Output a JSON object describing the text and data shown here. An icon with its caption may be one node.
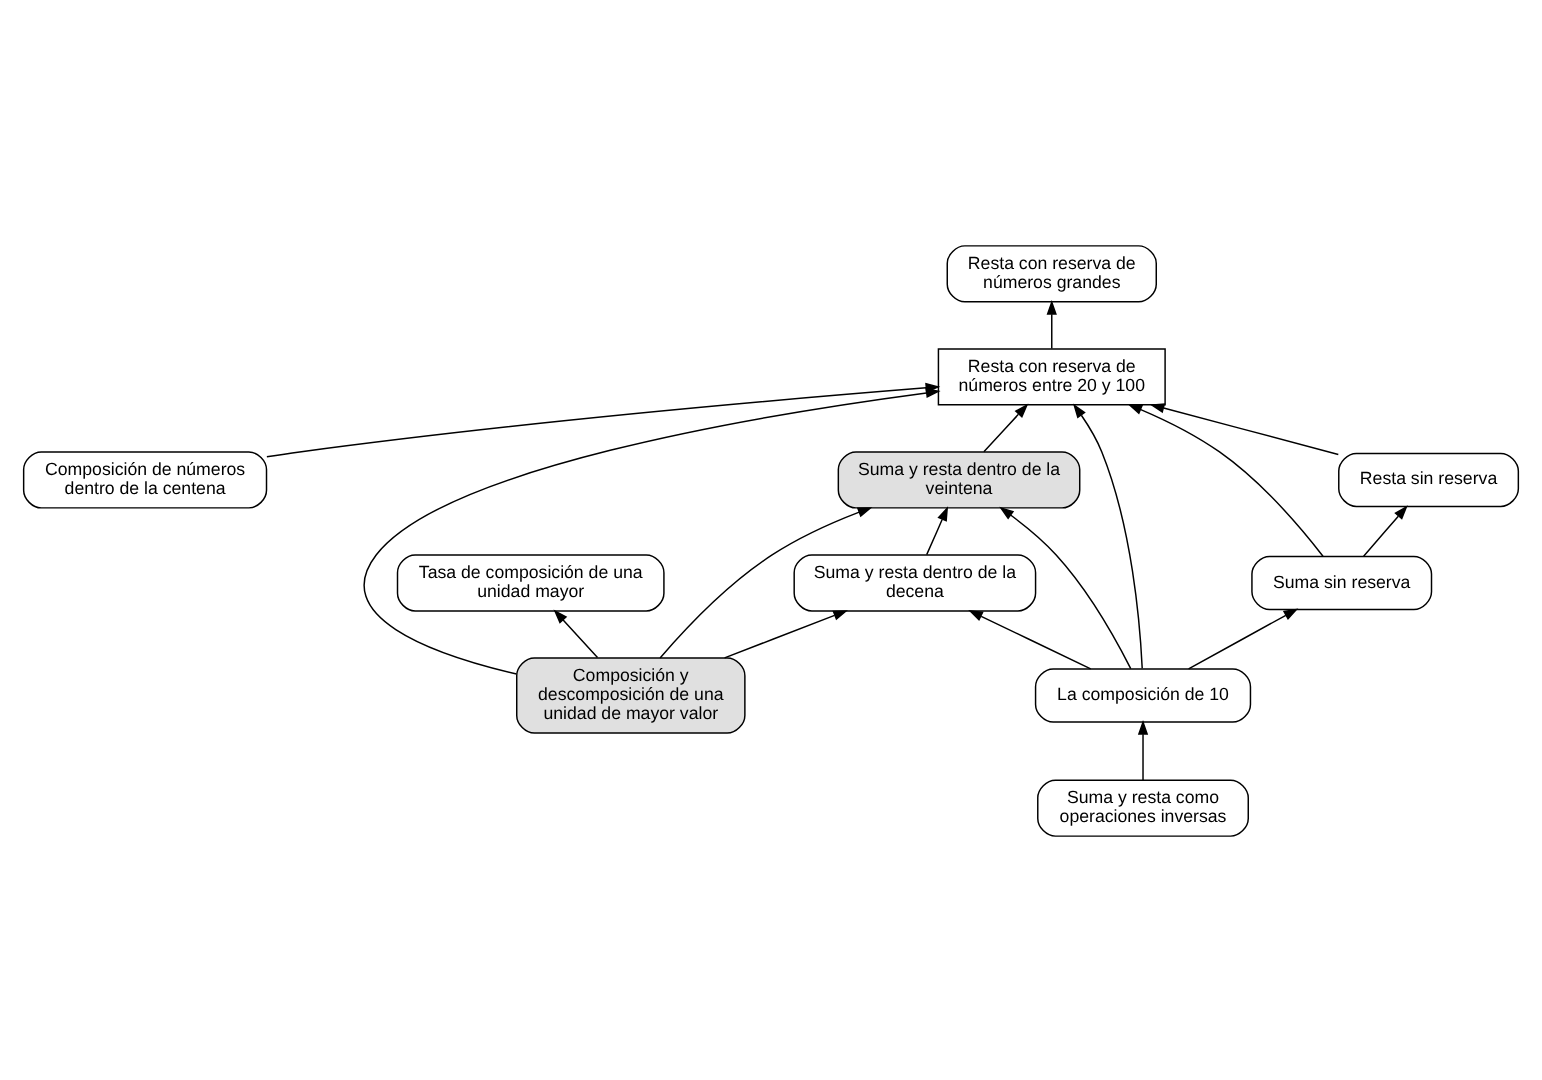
{
  "diagram": {
    "nodes": [
      {
        "text": [
          "Resta con reserva de números grandes"
        ]
      },
      {
        "text": [
          "Composición de números dentro de la centena"
        ]
      },
      {
        "text": [
          "Resta con reserva de números entre 20 y 100"
        ]
      },
      {
        "text": [
          "Resta sin reserva"
        ]
      },
      {
        "text": [
          "Tasa de composición de una unidad mayor"
        ]
      },
      {
        "text": [
          "Suma y resta dentro de la veintena"
        ]
      },
      {
        "text": [
          "Suma sin reserva"
        ]
      },
      {
        "text": [
          "Suma y resta dentro de la decena"
        ]
      },
      {
        "text": [
          "La composición de 10"
        ]
      },
      {
        "text": [
          "Composición y descomposición de una unidad de mayor valor"
        ]
      },
      {
        "text": [
          "Suma y resta como operaciones inversas"
        ]
      }
    ],
    "edges": [
      {
        "from": 2,
        "to": 0,
        "arrow": "to"
      },
      {
        "from": 1,
        "to": 2,
        "arrow": "to"
      },
      {
        "from": 3,
        "to": 2,
        "arrow": "to"
      },
      {
        "from": 6,
        "to": 2,
        "arrow": "to"
      },
      {
        "from": 6,
        "to": 3,
        "arrow": "to"
      },
      {
        "from": 5,
        "to": 2,
        "arrow": "to"
      },
      {
        "from": 8,
        "to": 2,
        "arrow": "to"
      },
      {
        "from": 8,
        "to": 5,
        "arrow": "to"
      },
      {
        "from": 8,
        "to": 7,
        "arrow": "to"
      },
      {
        "from": 8,
        "to": 6,
        "arrow": "to"
      },
      {
        "from": 7,
        "to": 5,
        "arrow": "to"
      },
      {
        "from": 9,
        "to": 4,
        "arrow": "to"
      },
      {
        "from": 9,
        "to": 2,
        "arrow": "to"
      },
      {
        "from": 9,
        "to": 5,
        "arrow": "to"
      },
      {
        "from": 9,
        "to": 7,
        "arrow": "to"
      },
      {
        "from": 10,
        "to": 8,
        "arrow": "to"
      }
    ]
  }
}
